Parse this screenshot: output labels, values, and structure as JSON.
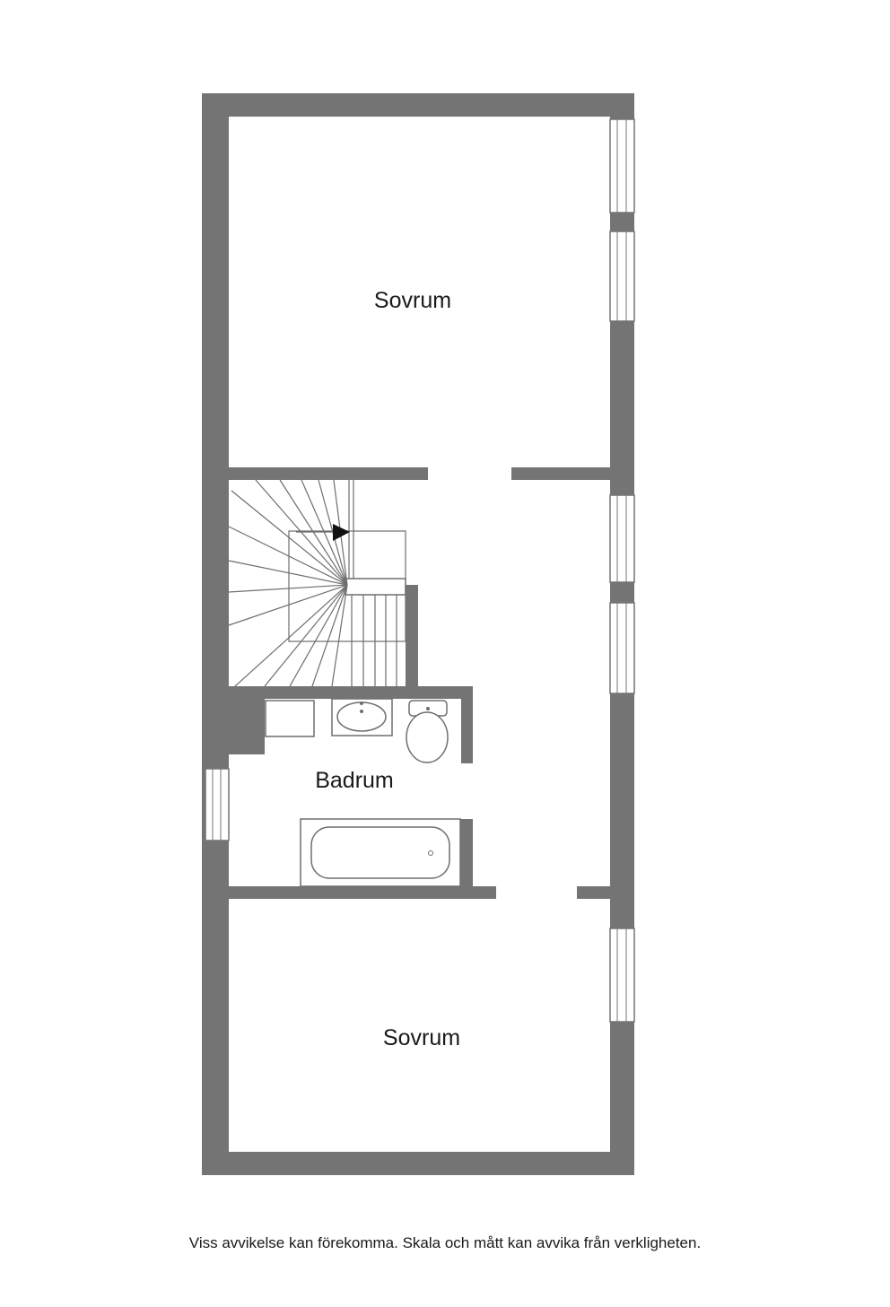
{
  "plan": {
    "rooms": [
      {
        "id": "sovrum-top",
        "label": "Sovrum"
      },
      {
        "id": "badrum",
        "label": "Badrum"
      },
      {
        "id": "sovrum-bottom",
        "label": "Sovrum"
      }
    ],
    "fixtures": [
      "staircase",
      "washbasin",
      "toilet",
      "bathtub",
      "cabinet"
    ],
    "colors": {
      "wall": "#747474",
      "background": "#ffffff",
      "text": "#1a1a1a"
    }
  },
  "disclaimer": "Viss avvikelse kan förekomma. Skala och mått kan avvika från verkligheten."
}
